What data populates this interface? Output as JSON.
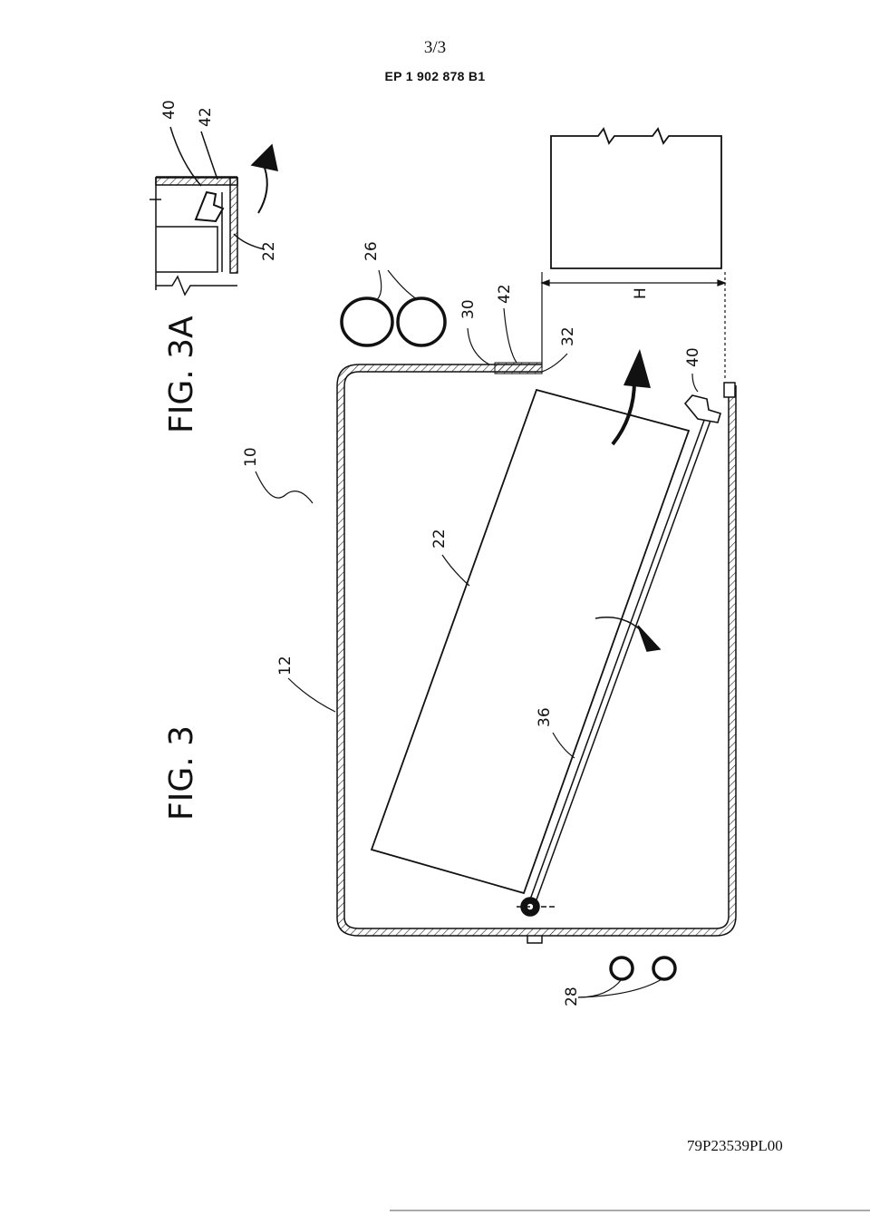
{
  "header": {
    "page_number": "3/3",
    "publication_number": "EP 1 902 878 B1"
  },
  "figures": {
    "fig3_label": "FIG. 3",
    "fig3a_label": "FIG. 3A"
  },
  "reference_numerals": {
    "r10": "10",
    "r12": "12",
    "r22": "22",
    "r22a": "22",
    "r26": "26",
    "r28": "28",
    "r30": "30",
    "r32": "32",
    "r36": "36",
    "r40": "40",
    "r40a": "40",
    "r42": "42",
    "r42a": "42",
    "dim_h": "H"
  },
  "footer": {
    "document_code": "79P23539PL00"
  }
}
